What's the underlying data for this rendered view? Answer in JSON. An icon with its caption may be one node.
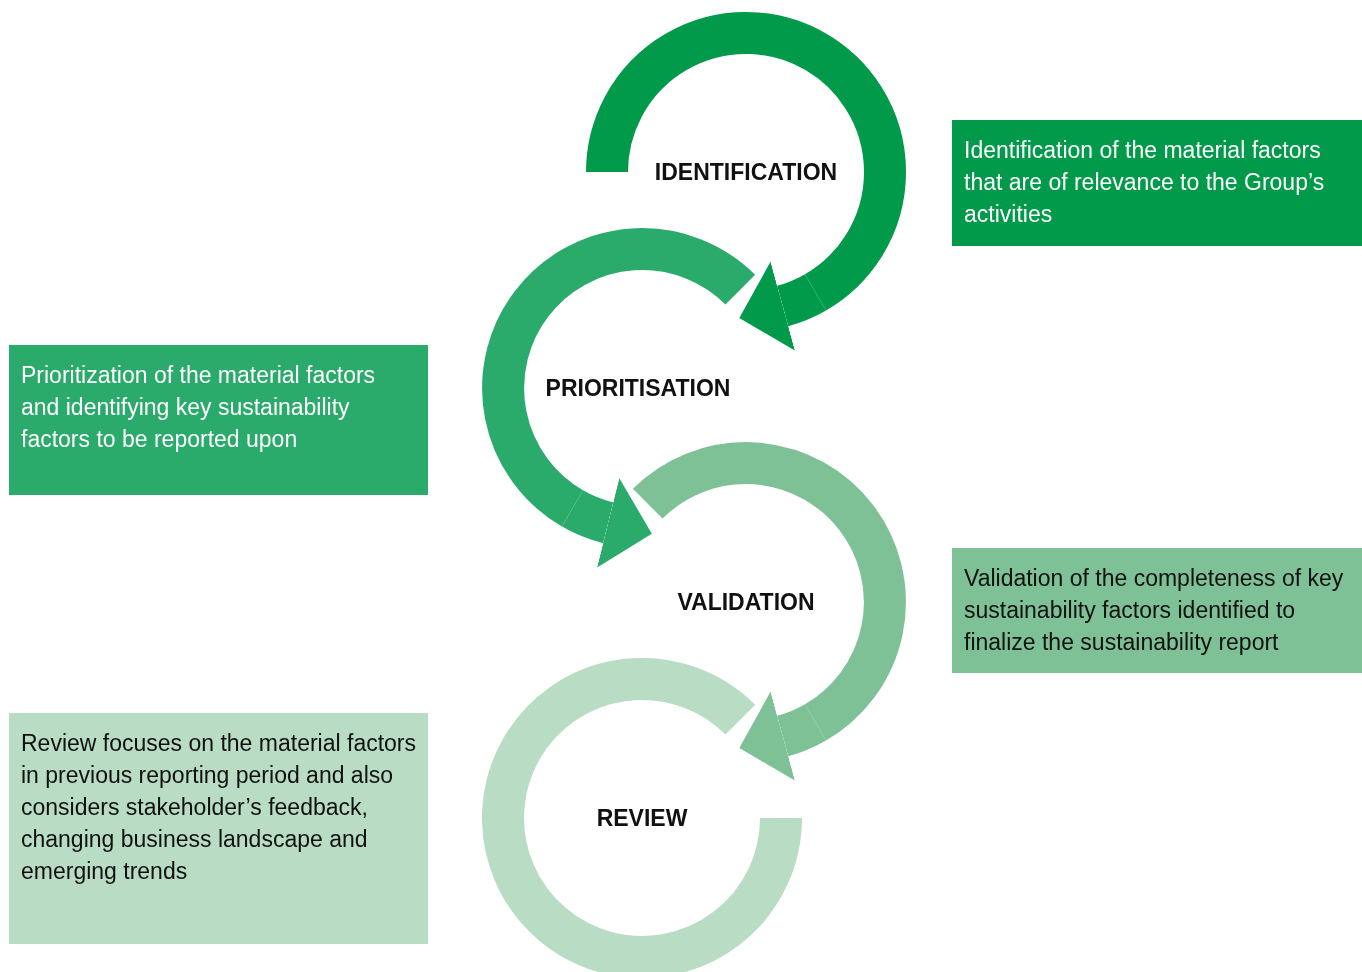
{
  "diagram": {
    "nodes": [
      {
        "text": [
          "IDENTIFICATION"
        ]
      },
      {
        "text": [
          "Identification of the material factors that are of relevance to the Group’s activities"
        ]
      },
      {
        "text": [
          "Prioritization of the material factors and identifying key sustainability factors to be reported upon"
        ]
      },
      {
        "text": [
          "PRIORITISATION"
        ]
      },
      {
        "text": [
          "VALIDATION"
        ]
      },
      {
        "text": [
          "Validation of the completeness of key sustainability factors identified to finalize the sustainability report"
        ]
      },
      {
        "text": [
          "Review focuses on the material factors in previous reporting period and also considers stakeholder’s feedback, changing business landscape and emerging trends"
        ]
      },
      {
        "text": [
          "REVIEW"
        ]
      }
    ],
    "edges": [
      {
        "from": 0,
        "to": 3,
        "arrow": "to",
        "color": "#009a4a"
      },
      {
        "from": 3,
        "to": 4,
        "arrow": "to",
        "color": "#2aaa6b"
      },
      {
        "from": 4,
        "to": 7,
        "arrow": "to",
        "color": "#7ec196"
      }
    ]
  }
}
